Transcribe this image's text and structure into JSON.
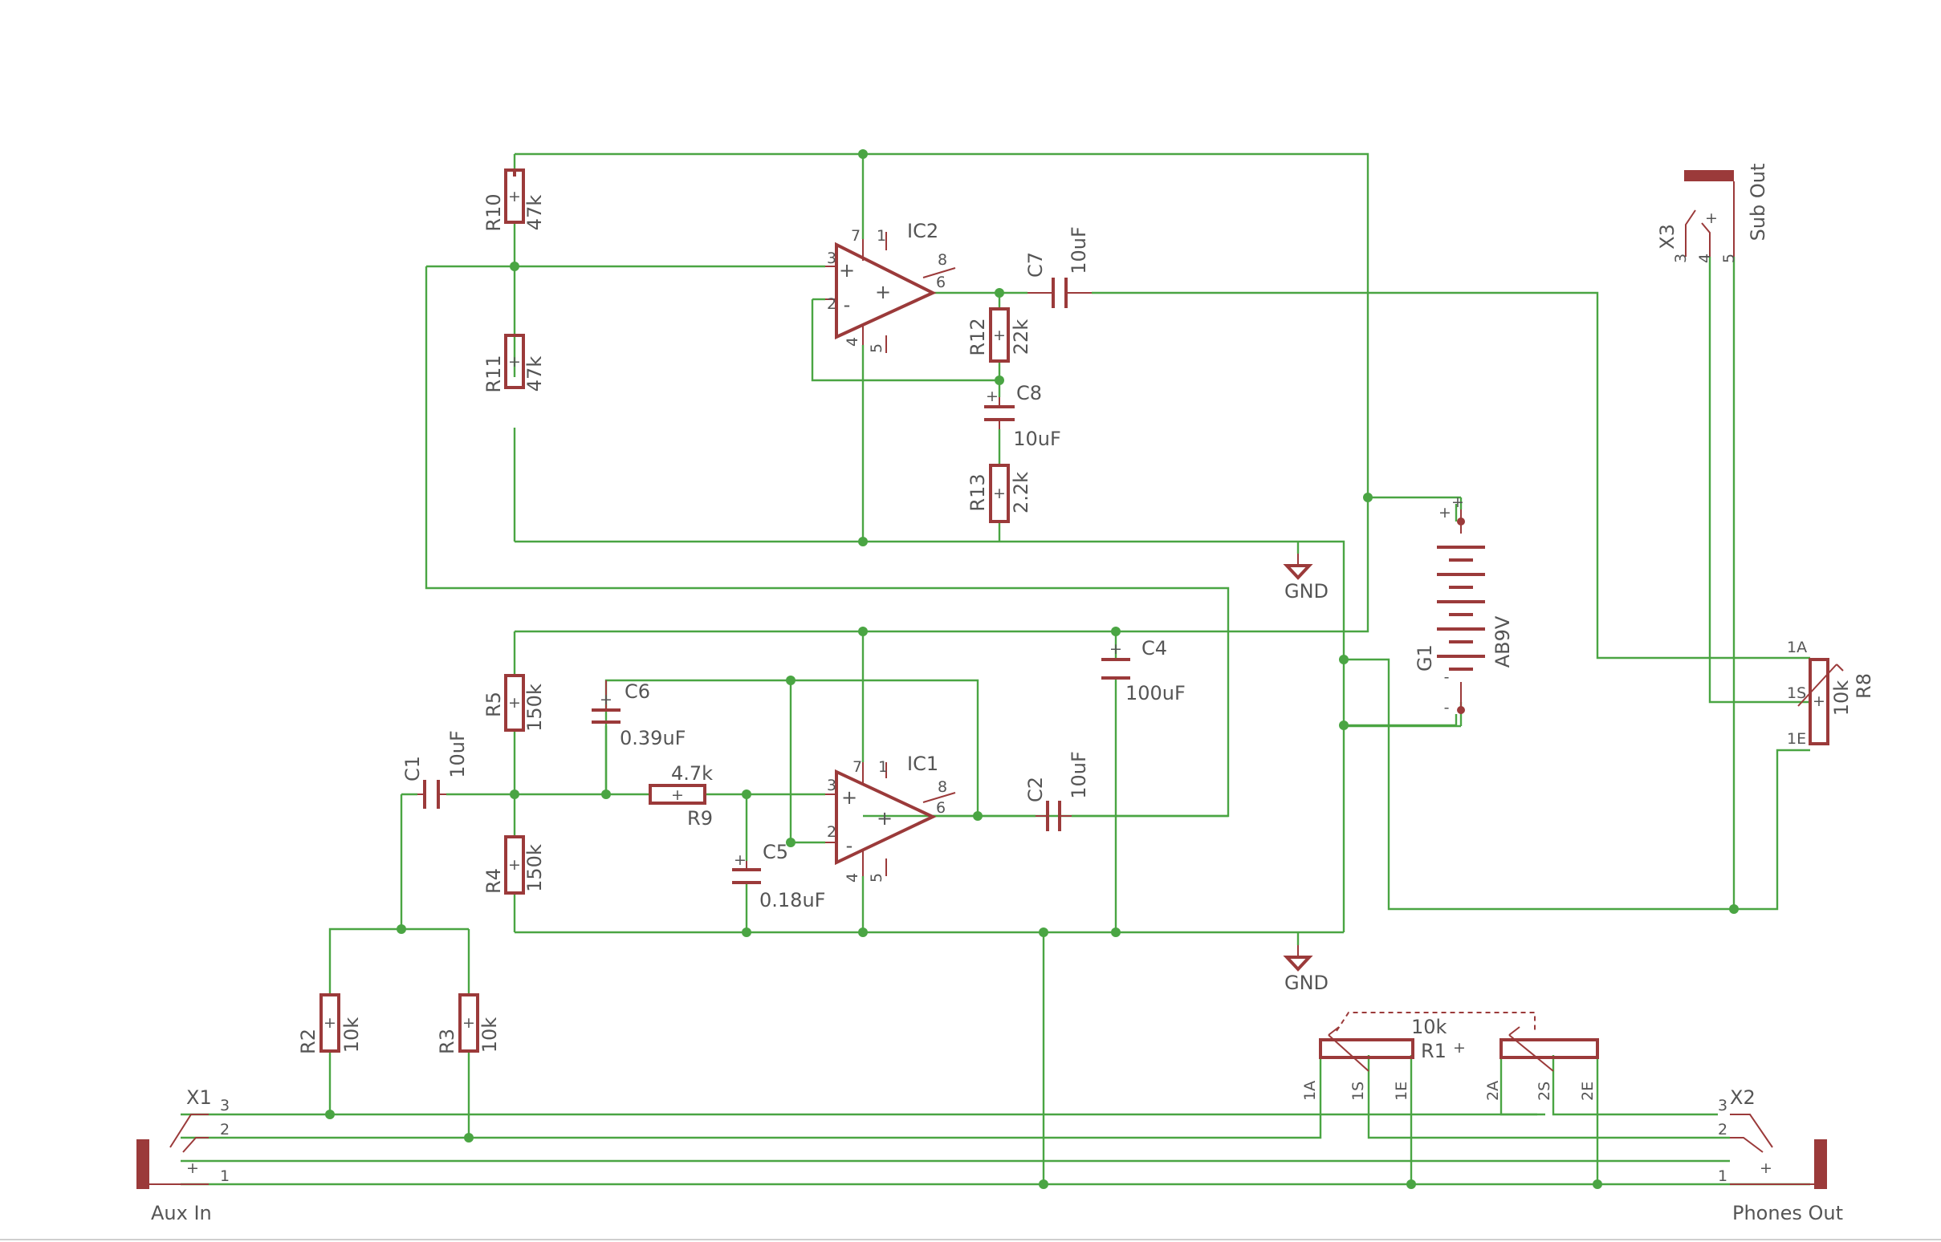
{
  "parts": {
    "R10": {
      "name": "R10",
      "value": "47k"
    },
    "R11": {
      "name": "R11",
      "value": "47k"
    },
    "R12": {
      "name": "R12",
      "value": "22k"
    },
    "R13": {
      "name": "R13",
      "value": "2.2k"
    },
    "R5": {
      "name": "R5",
      "value": "150k"
    },
    "R4": {
      "name": "R4",
      "value": "150k"
    },
    "R9": {
      "name": "R9",
      "value": "4.7k"
    },
    "R2": {
      "name": "R2",
      "value": "10k"
    },
    "R3": {
      "name": "R3",
      "value": "10k"
    },
    "R1": {
      "name": "R1",
      "value": "10k"
    },
    "R8": {
      "name": "R8",
      "value": "10k"
    },
    "C1": {
      "name": "C1",
      "value": "10uF"
    },
    "C2": {
      "name": "C2",
      "value": "10uF"
    },
    "C4": {
      "name": "C4",
      "value": "100uF"
    },
    "C5": {
      "name": "C5",
      "value": "0.18uF"
    },
    "C6": {
      "name": "C6",
      "value": "0.39uF"
    },
    "C7": {
      "name": "C7",
      "value": "10uF"
    },
    "C8": {
      "name": "C8",
      "value": "10uF"
    },
    "IC1": {
      "name": "IC1"
    },
    "IC2": {
      "name": "IC2"
    },
    "G1": {
      "name": "G1",
      "value": "AB9V"
    },
    "X1": {
      "name": "X1",
      "label": "Aux In"
    },
    "X2": {
      "name": "X2",
      "label": "Phones Out"
    },
    "X3": {
      "name": "X3",
      "label": "Sub Out"
    }
  },
  "ground_label": "GND",
  "pins": {
    "p1": "1",
    "p2": "2",
    "p3": "3",
    "p4": "4",
    "p5": "5",
    "p6": "6",
    "p7": "7",
    "p8": "8",
    "a1": "1A",
    "s1": "1S",
    "e1": "1E",
    "a2": "2A",
    "s2": "2S",
    "e2": "2E",
    "plus": "+",
    "minus": "-"
  },
  "colors": {
    "wire": "#4aa543",
    "component": "#9b3a3a",
    "text": "#555555"
  }
}
